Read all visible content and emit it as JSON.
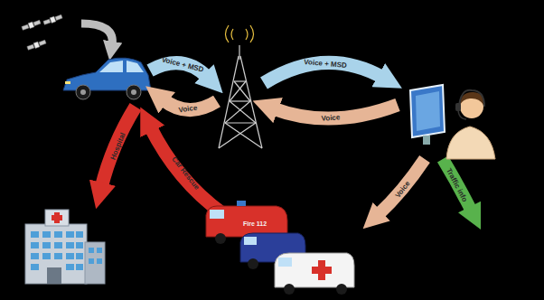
{
  "diagram": {
    "labels": [
      "Voice + MSD",
      "Voice",
      "Voice + MSD",
      "Voice",
      "Hospital",
      "Car Rescue",
      "Fire 112",
      "Voice",
      "Traffic info"
    ]
  }
}
